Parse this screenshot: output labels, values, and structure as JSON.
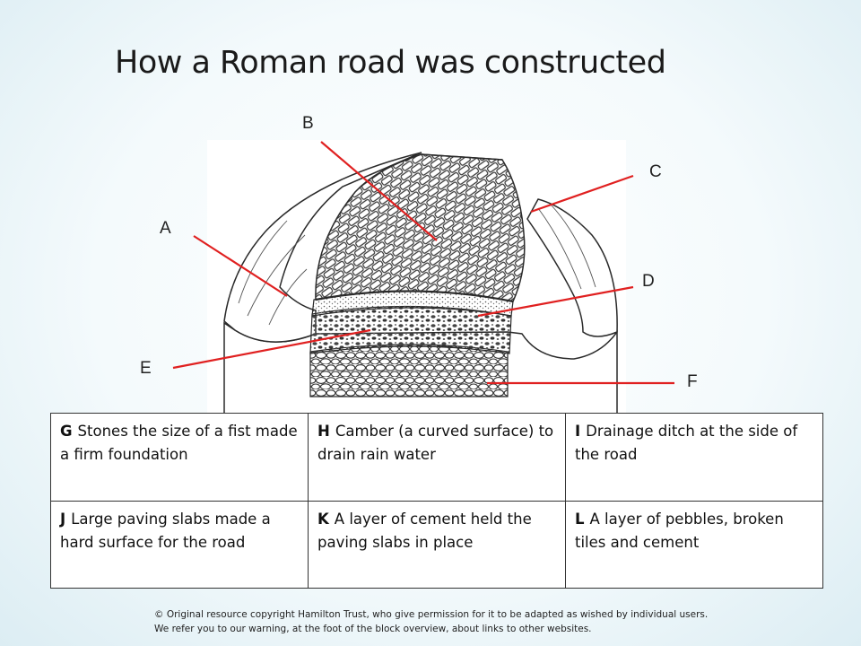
{
  "title": "How a Roman road was constructed",
  "labels": {
    "A": "A",
    "B": "B",
    "C": "C",
    "D": "D",
    "E": "E",
    "F": "F"
  },
  "legend": [
    [
      {
        "key": "G",
        "text": "Stones the size of a fist made a firm foundation"
      },
      {
        "key": "H",
        "text": "Camber (a curved surface) to drain rain water"
      },
      {
        "key": "I",
        "text": "Drainage ditch at the side of the road"
      }
    ],
    [
      {
        "key": "J",
        "text": "Large paving slabs made a hard surface for the road"
      },
      {
        "key": "K",
        "text": "A layer of cement held the paving slabs in place"
      },
      {
        "key": "L",
        "text": "A layer of pebbles, broken tiles and cement"
      }
    ]
  ],
  "footer": {
    "line1": "© Original resource copyright Hamilton Trust, who give permission for it to be adapted as wished by individual users.",
    "line2": "We refer you to our warning, at the foot of the block overview, about links to other websites."
  },
  "colors": {
    "pointer_line": "#e02020",
    "border": "#333333",
    "sketch": "#2a2a2a"
  }
}
